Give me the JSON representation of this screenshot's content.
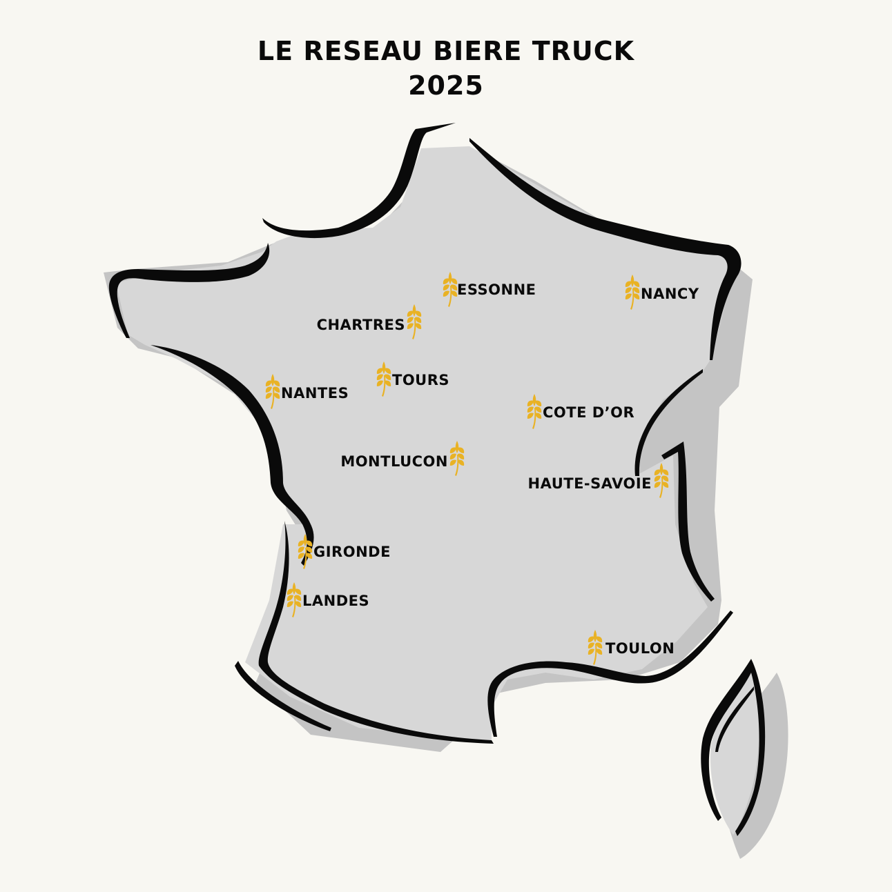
{
  "title": {
    "line1": "LE RESEAU BIERE TRUCK",
    "line2": "2025"
  },
  "colors": {
    "background": "#f8f7f2",
    "land_fill": "#d7d7d7",
    "land_shadow": "#c4c4c4",
    "outline": "#0a0a0a",
    "marker": "#e9b224"
  },
  "marker_icon": "wheat-icon",
  "cities": [
    {
      "id": "essonne",
      "name": "ESSONNE"
    },
    {
      "id": "nancy",
      "name": "NANCY"
    },
    {
      "id": "chartres",
      "name": "CHARTRES"
    },
    {
      "id": "tours",
      "name": "TOURS"
    },
    {
      "id": "nantes",
      "name": "NANTES"
    },
    {
      "id": "cote-dor",
      "name": "COTE D’OR"
    },
    {
      "id": "montlucon",
      "name": "MONTLUCON"
    },
    {
      "id": "haute-savoie",
      "name": "HAUTE-SAVOIE"
    },
    {
      "id": "gironde",
      "name": "GIRONDE"
    },
    {
      "id": "landes",
      "name": "LANDES"
    },
    {
      "id": "toulon",
      "name": "TOULON"
    }
  ]
}
